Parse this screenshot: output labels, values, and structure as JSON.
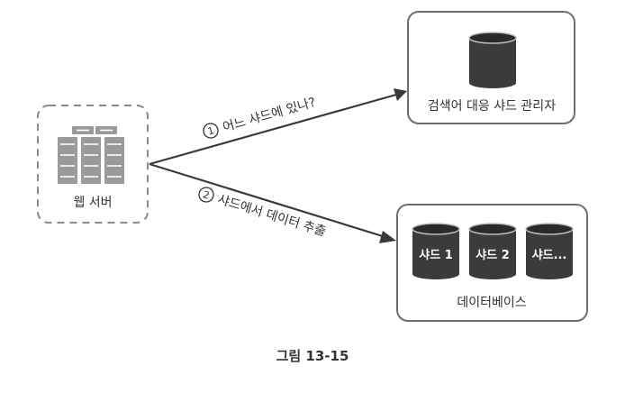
{
  "web_server": {
    "label": "웹 서버"
  },
  "shard_manager": {
    "label": "검색어 대응 샤드 관리자"
  },
  "database": {
    "label": "데이터베이스",
    "shards": [
      "샤드 1",
      "샤드 2",
      "샤드..."
    ]
  },
  "arrows": {
    "query": {
      "number": "1",
      "text": "어느 샤드에 있나?"
    },
    "fetch": {
      "number": "2",
      "text": "샤드에서 데이터 추출"
    }
  },
  "caption": "그림 13-15"
}
